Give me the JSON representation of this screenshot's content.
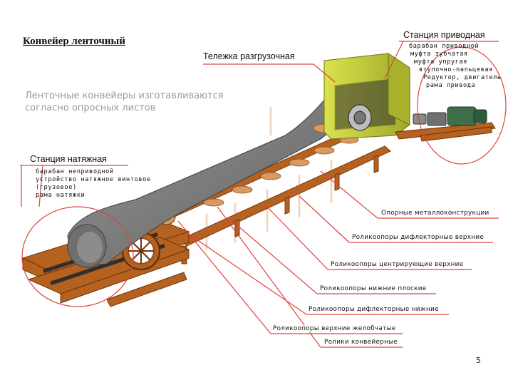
{
  "slide": {
    "title": "Конвейер ленточный",
    "subtitle": "Ленточные конвейеры изготавливаются согласно опросных листов",
    "page_number": "5"
  },
  "drive_station": {
    "heading": "Станция приводная",
    "items": [
      "барабан приводной",
      "муфта зубчатая",
      "муфта упругая",
      "втулочно-пальцевая",
      "Редуктор, двигатель",
      "рама привода"
    ]
  },
  "unloading_cart": {
    "heading": "Тележка разгрузочная"
  },
  "tension_station": {
    "heading": "Станция натяжная",
    "items": [
      "барабан неприводной",
      "устройство натяжное винтовое",
      "(грузовое)",
      "рама натяжки"
    ]
  },
  "callouts": [
    "Опорные металлоконструкции",
    "Роликоопоры дифлекторные верхние",
    "Роликоопоры центрирующие верхние",
    "Роликоопоры нижние плоские",
    "Роликоопоры дифлекторные нижние",
    "Роликоопоры верхние желобчатые",
    "Ролики конвейерные"
  ],
  "colors": {
    "accent_red": "#e0433a",
    "belt_gray": "#7a7a7a",
    "frame_orange": "#b5611f",
    "drive_yellow": "#c9d23a",
    "motor_green": "#3f6e4a"
  }
}
